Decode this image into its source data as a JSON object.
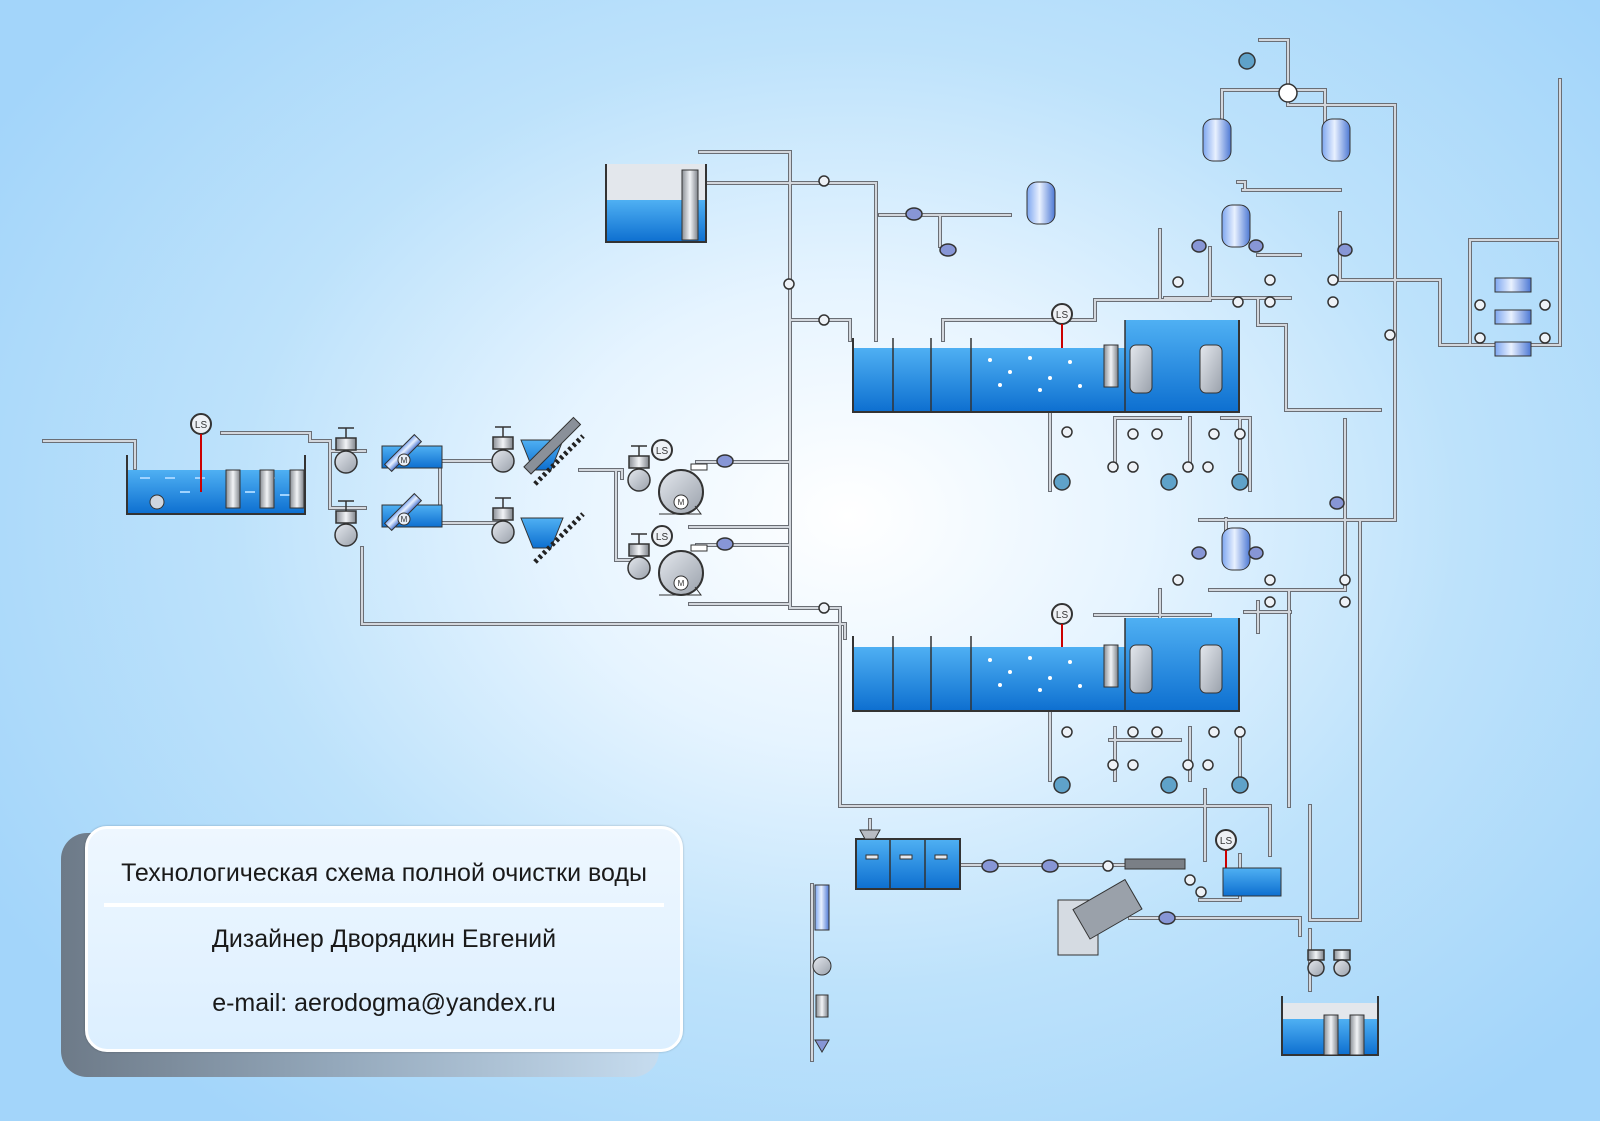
{
  "caption": {
    "title": "Технологическая схема полной очистки воды",
    "designer": "Дизайнер Дворядкин Евгений",
    "email": "e-mail: aerodogma@yandex.ru"
  },
  "labels": {
    "level_sensor": "LS",
    "motor": "M"
  },
  "colors": {
    "water": "#1e8ce6",
    "water_light": "#5bb5f2",
    "pipe": "#b9bec6",
    "pipe_edge": "#6a6e75",
    "vessel": "#6a8dd8"
  }
}
